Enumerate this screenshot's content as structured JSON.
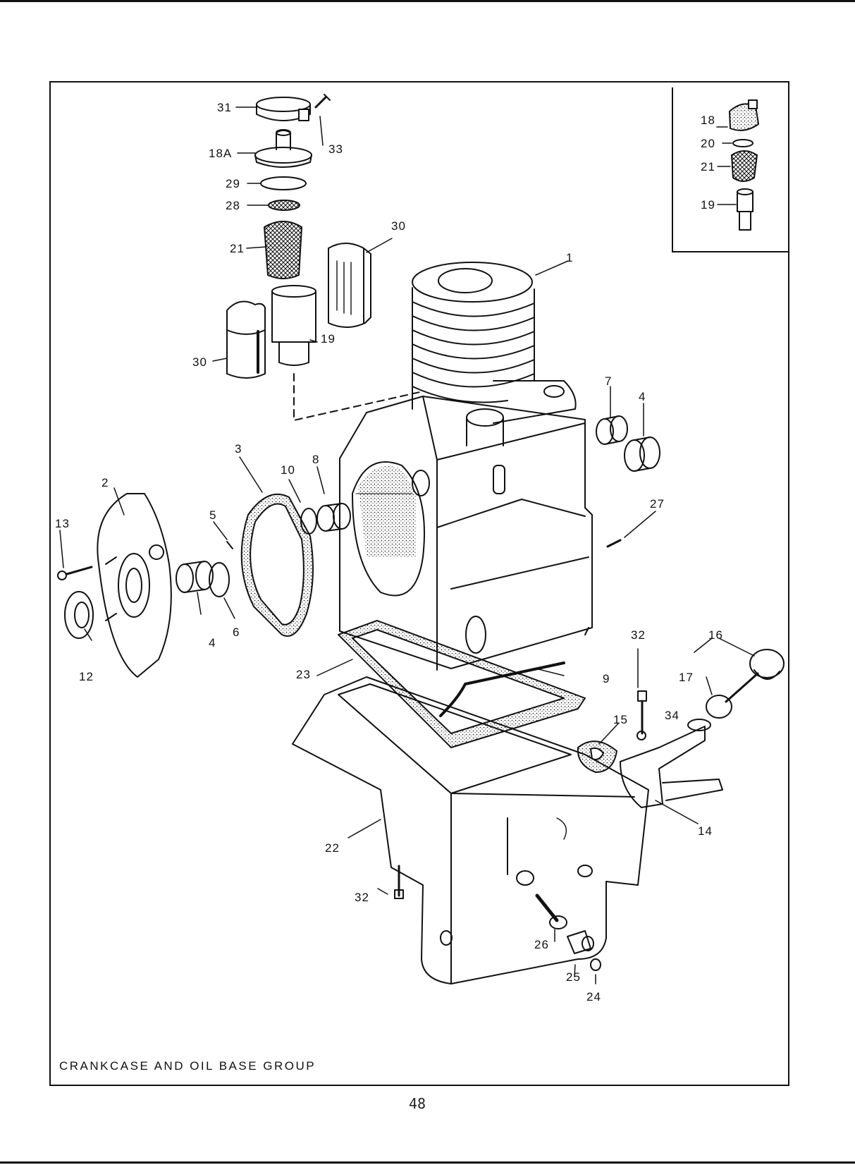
{
  "caption": "CRANKCASE AND OIL BASE GROUP",
  "page_number": "48",
  "callouts": {
    "c1": "1",
    "c2": "2",
    "c3": "3",
    "c4a": "4",
    "c4b": "4",
    "c5": "5",
    "c6": "6",
    "c7": "7",
    "c8": "8",
    "c9": "9",
    "c10": "10",
    "c12": "12",
    "c13": "13",
    "c14": "14",
    "c15": "15",
    "c16": "16",
    "c17": "17",
    "c18a": "18A",
    "c18": "18",
    "c19": "19",
    "c19b": "19",
    "c20": "20",
    "c21": "21",
    "c21b": "21",
    "c22": "22",
    "c23": "23",
    "c24": "24",
    "c25": "25",
    "c26": "26",
    "c27": "27",
    "c28": "28",
    "c29": "29",
    "c30a": "30",
    "c30b": "30",
    "c31": "31",
    "c32a": "32",
    "c32b": "32",
    "c33": "33",
    "c34": "34"
  },
  "colors": {
    "ink": "#111111",
    "paper": "#ffffff"
  }
}
